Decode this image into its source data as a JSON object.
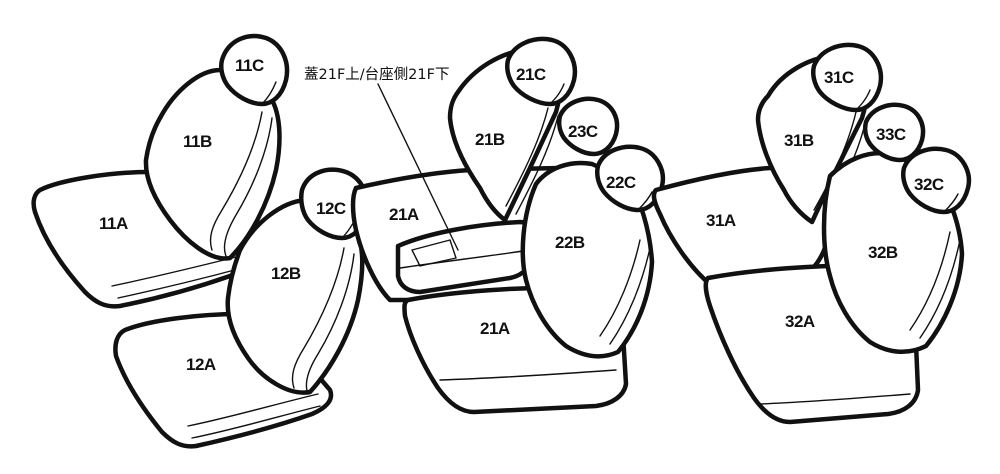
{
  "note": "蓋21F上/台座側21F下",
  "labels": {
    "s11c": "11C",
    "s11b": "11B",
    "s11a": "11A",
    "s12c": "12C",
    "s12b": "12B",
    "s12a": "12A",
    "s21c": "21C",
    "s21b": "21B",
    "s23c": "23C",
    "s22c": "22C",
    "s21a_back": "21A",
    "s22b": "22B",
    "s21a_seat": "21A",
    "s31c": "31C",
    "s31b": "31B",
    "s33c": "33C",
    "s32c": "32C",
    "s31a": "31A",
    "s32b": "32B",
    "s32a": "32A"
  }
}
